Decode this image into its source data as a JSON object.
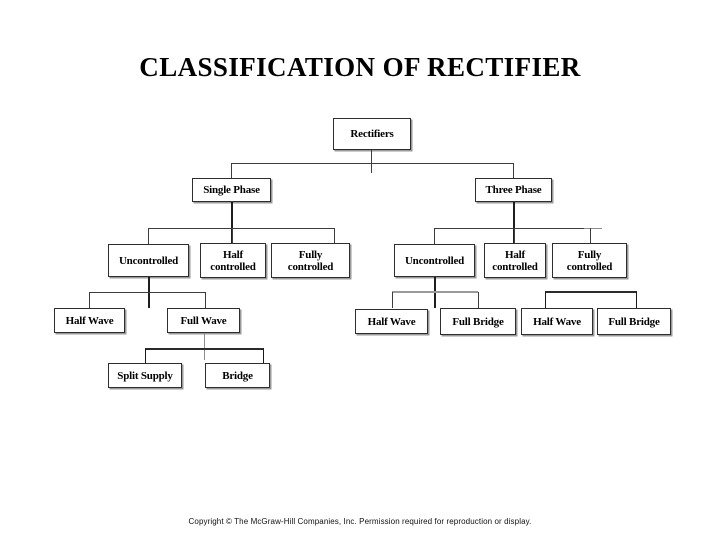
{
  "slide": {
    "title": "CLASSIFICATION OF RECTIFIER",
    "footer": "Copyright © The McGraw-Hill Companies, Inc. Permission required for reproduction or display.",
    "background_color": "#ffffff",
    "text_color": "#000000",
    "box_border_color": "#2e2e2e",
    "box_shadow_color": "#9a9a9a",
    "connector_color": "#3d3d3d"
  },
  "diagram": {
    "type": "tree",
    "root": "Rectifiers",
    "nodes": [
      {
        "id": "rectifiers",
        "label": "Rectifiers",
        "level": 1
      },
      {
        "id": "single-phase",
        "label": "Single Phase",
        "level": 2
      },
      {
        "id": "three-phase",
        "label": "Three Phase",
        "level": 2
      },
      {
        "id": "sp-uncontrolled",
        "label": "Uncontrolled",
        "level": 3
      },
      {
        "id": "sp-half-ctrl",
        "label": "Half controlled",
        "level": 3
      },
      {
        "id": "sp-fully-ctrl",
        "label": "Fully controlled",
        "level": 3
      },
      {
        "id": "tp-uncontrolled",
        "label": "Uncontrolled",
        "level": 3
      },
      {
        "id": "tp-half-ctrl",
        "label": "Half controlled",
        "level": 3
      },
      {
        "id": "tp-fully-ctrl",
        "label": "Fully controlled",
        "level": 3
      },
      {
        "id": "sp-half-wave",
        "label": "Half Wave",
        "level": 4
      },
      {
        "id": "sp-full-wave",
        "label": "Full Wave",
        "level": 4
      },
      {
        "id": "tp-half-wave-1",
        "label": "Half Wave",
        "level": 4
      },
      {
        "id": "tp-full-bridge-1",
        "label": "Full Bridge",
        "level": 4
      },
      {
        "id": "tp-half-wave-2",
        "label": "Half Wave",
        "level": 4
      },
      {
        "id": "tp-full-bridge-2",
        "label": "Full Bridge",
        "level": 4
      },
      {
        "id": "split-supply",
        "label": "Split Supply",
        "level": 5
      },
      {
        "id": "bridge",
        "label": "Bridge",
        "level": 5
      }
    ],
    "labels": {
      "rectifiers": "Rectifiers",
      "single_phase": "Single Phase",
      "three_phase": "Three Phase",
      "uncontrolled": "Uncontrolled",
      "half_controlled_l1": "Half",
      "half_controlled_l2": "controlled",
      "fully_controlled_l1": "Fully",
      "fully_controlled_l2": "controlled",
      "half_wave": "Half Wave",
      "full_wave": "Full Wave",
      "full_bridge": "Full Bridge",
      "split_supply": "Split Supply",
      "bridge": "Bridge"
    }
  }
}
